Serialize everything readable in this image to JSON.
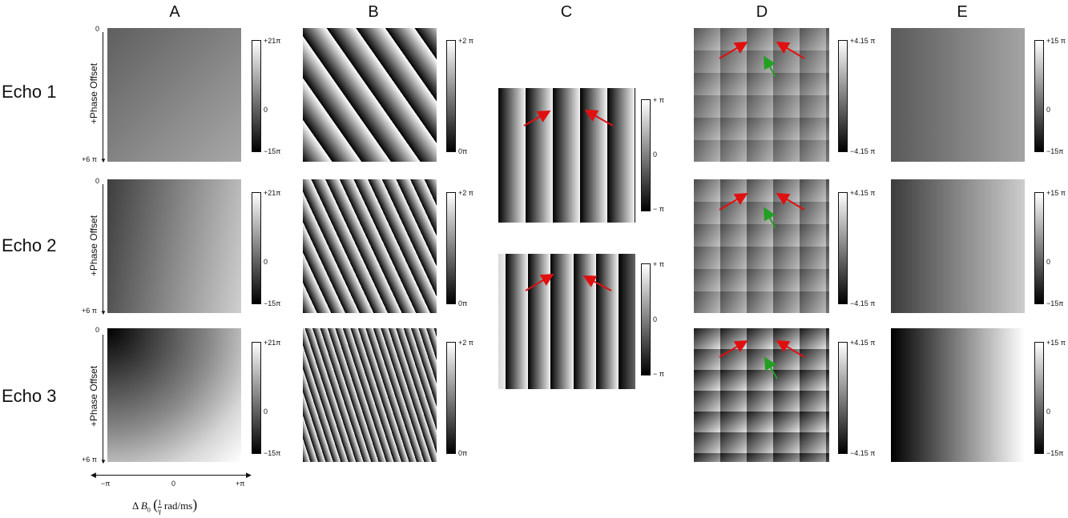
{
  "columns": [
    "A",
    "B",
    "C",
    "D",
    "E"
  ],
  "rows": [
    "Echo 1",
    "Echo 2",
    "Echo 3"
  ],
  "colorbars": {
    "A": {
      "top": "+21π",
      "mid": "0",
      "bottom": "−15π"
    },
    "B": {
      "top": "+2 π",
      "bottom": "0π"
    },
    "C": {
      "top": "+ π",
      "mid": "0",
      "bottom": "− π"
    },
    "D": {
      "top": "+4.15 π",
      "bottom": "−4.15 π"
    },
    "E": {
      "top": "+15 π",
      "mid": "0",
      "bottom": "−15π"
    }
  },
  "y_axis": {
    "label": "+Phase Offset",
    "top": "0",
    "bottom": "+6 π"
  },
  "x_axis": {
    "left": "−π",
    "mid": "0",
    "right": "+π",
    "label_delta": "Δ",
    "label_b": "B",
    "label_sub": "0",
    "label_num": "1",
    "label_den": "γ",
    "label_unit": "rad/ms"
  },
  "colors": {
    "arrow_red": "#e01010",
    "arrow_green": "#22a022",
    "bar_border": "#111111"
  },
  "icons": {
    "arrow_down": "arrow-down-icon",
    "arrow_left": "arrow-left-icon",
    "arrow_right": "arrow-right-icon"
  }
}
